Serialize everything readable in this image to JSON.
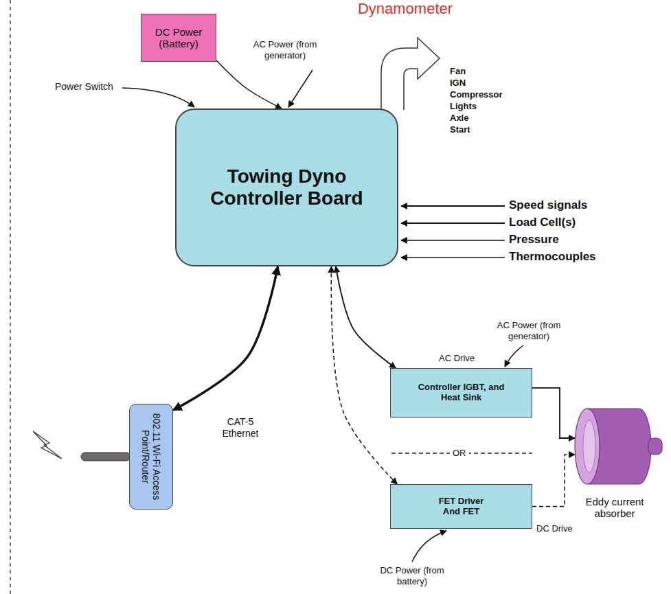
{
  "diagram": {
    "title": "Dynamometer",
    "nodes": [
      {
        "text": [
          "DC Power (Battery)"
        ]
      },
      {
        "text": [
          "Towing Dyno Controller Board"
        ]
      },
      {
        "text": [
          "802.11 Wi-Fi Access Point/Router"
        ]
      },
      {
        "text": [
          "AC Drive",
          "Controller IGBT, and Heat Sink"
        ]
      },
      {
        "text": [
          "FET Driver And FET",
          "DC Drive"
        ]
      },
      {
        "text": [
          "Eddy current absorber"
        ]
      }
    ],
    "edges": [
      {
        "from": 0,
        "to": 1,
        "arrow": "to"
      },
      {
        "from": 1,
        "to": 2,
        "label": "CAT-5 Ethernet",
        "arrow": "both"
      },
      {
        "from": 1,
        "to": 3,
        "arrow": "both"
      },
      {
        "from": 1,
        "to": 4,
        "arrow": "both"
      },
      {
        "from": 3,
        "to": 5,
        "arrow": "to"
      },
      {
        "from": 4,
        "to": 5,
        "arrow": "to"
      }
    ],
    "labels": [
      "Power Switch",
      "AC Power (from generator)",
      "Fan",
      "IGN",
      "Compressor",
      "Lights",
      "Axle",
      "Start",
      "Speed signals",
      "Load Cell(s)",
      "Pressure",
      "Thermocouples",
      "AC Power (from generator)",
      "OR",
      "DC Power (from battery)"
    ]
  }
}
